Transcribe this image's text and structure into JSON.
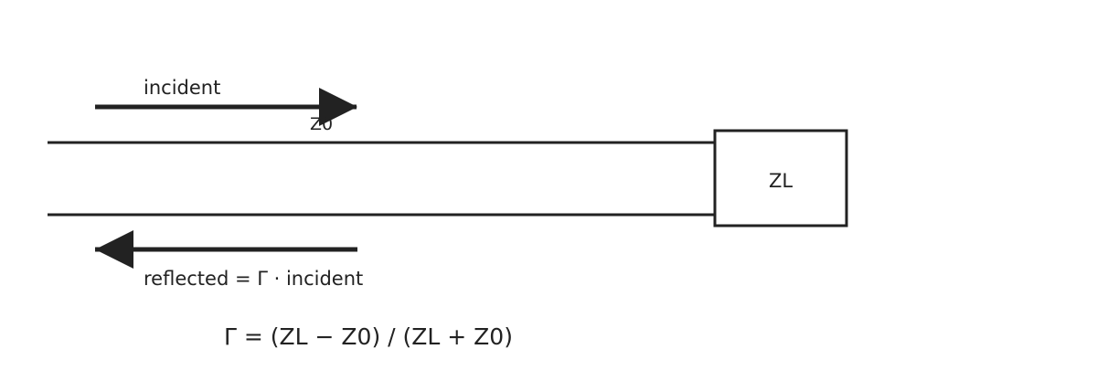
{
  "diagram": {
    "incident_label": "incident",
    "line_impedance_label": "Z0",
    "load_label": "ZL",
    "reflected_label": "reflected = Γ · incident",
    "formula": "Γ = (ZL − Z0) / (ZL + Z0)",
    "colors": {
      "stroke": "#222222",
      "background": "#ffffff"
    }
  }
}
